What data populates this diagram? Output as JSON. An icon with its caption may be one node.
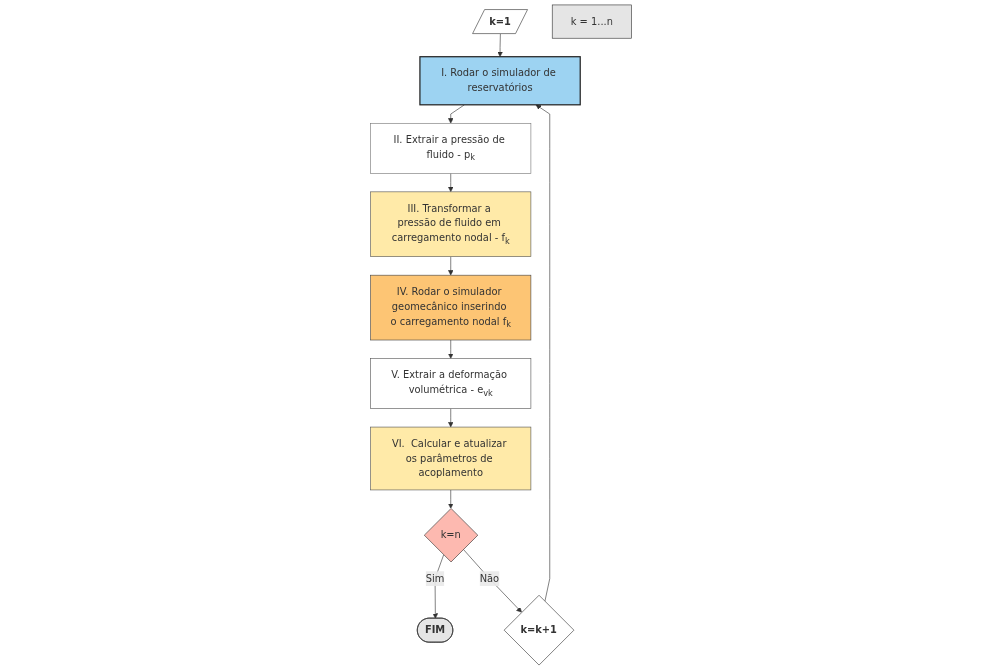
{
  "diagram": {
    "nodes": [
      {
        "text": [
          "k=1"
        ]
      },
      {
        "text": [
          "I. Rodar o simulador de reservatórios"
        ]
      },
      {
        "text": [
          "II. Extrair a pressão de fluido - p$_{k}$"
        ]
      },
      {
        "text": [
          "III. Transformar a pressão de fluido em carregamento nodal - f$_{k}$"
        ]
      },
      {
        "text": [
          "IV. Rodar o simulador geomecânico inserindo o carregamento nodal f$_{k}$"
        ]
      },
      {
        "text": [
          "V. Extrair a deformação volumétrica - e$_{vk}$"
        ]
      },
      {
        "text": [
          "VI.  Calcular e atualizar os parâmetros de acoplamento"
        ]
      },
      {
        "text": [
          "k=n"
        ]
      },
      {
        "text": [
          "FIM"
        ]
      },
      {
        "text": [
          "k=k+1"
        ]
      },
      {
        "text": [
          "k = 1...n"
        ]
      }
    ],
    "edges": [
      {
        "from": 0,
        "to": 1,
        "arrow": "to"
      },
      {
        "from": 1,
        "to": 2,
        "arrow": "to"
      },
      {
        "from": 2,
        "to": 3,
        "arrow": "to"
      },
      {
        "from": 3,
        "to": 4,
        "arrow": "to"
      },
      {
        "from": 4,
        "to": 5,
        "arrow": "to"
      },
      {
        "from": 5,
        "to": 6,
        "arrow": "to"
      },
      {
        "from": 6,
        "to": 7,
        "arrow": "to"
      },
      {
        "from": 7,
        "to": 8,
        "arrow": "to",
        "label": "Sim"
      },
      {
        "from": 7,
        "to": 9,
        "arrow": "to",
        "label": "Não"
      },
      {
        "from": 9,
        "to": 1,
        "arrow": "to"
      }
    ]
  }
}
